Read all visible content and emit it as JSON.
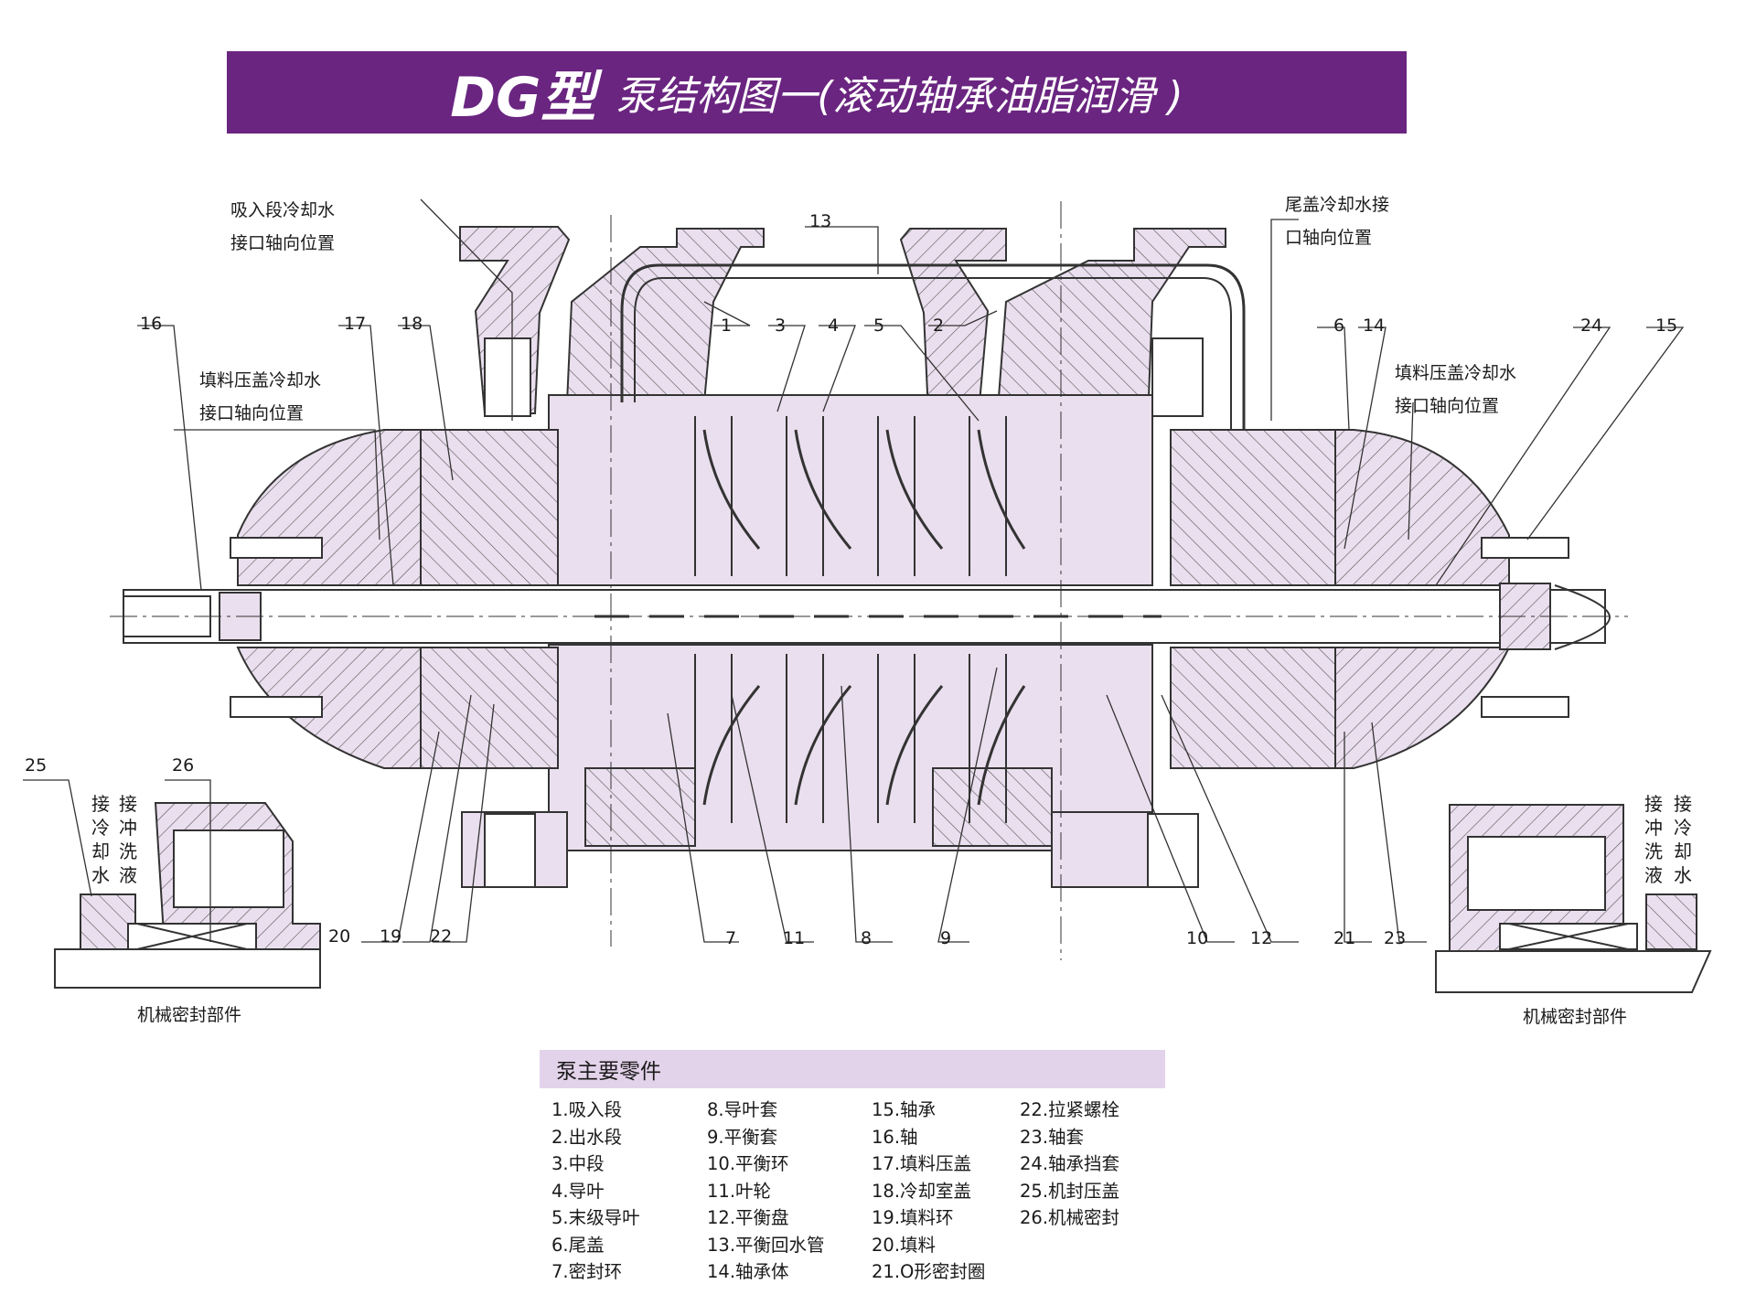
{
  "title": {
    "main": "DG型",
    "sub": "泵结构图一(滚动轴承油脂润滑 )"
  },
  "annotations": {
    "suction_cooling": [
      "吸入段冷却水",
      "接口轴向位置"
    ],
    "tailcover_cooling": [
      "尾盖冷却水接",
      "口轴向位置"
    ],
    "gland_cooling_left": [
      "填料压盖冷却水",
      "接口轴向位置"
    ],
    "gland_cooling_right": [
      "填料压盖冷却水",
      "接口轴向位置"
    ],
    "mech_seal_left_caption": "机械密封部件",
    "mech_seal_right_caption": "机械密封部件",
    "left_seal_vertical": [
      "接冷却水",
      "接冲洗液"
    ],
    "right_seal_vertical": [
      "接冲洗液",
      "接冷却水"
    ]
  },
  "callouts": [
    "13",
    "1",
    "3",
    "4",
    "5",
    "2",
    "16",
    "17",
    "18",
    "6",
    "14",
    "24",
    "15",
    "25",
    "26",
    "20",
    "19",
    "22",
    "7",
    "11",
    "8",
    "9",
    "10",
    "12",
    "21",
    "23"
  ],
  "parts_list": {
    "header": "泵主要零件",
    "col1": [
      "1.吸入段",
      "2.出水段",
      "3.中段",
      "4.导叶",
      "5.末级导叶",
      "6.尾盖",
      "7.密封环"
    ],
    "col2": [
      "8.导叶套",
      "9.平衡套",
      "10.平衡环",
      "11.叶轮",
      "12.平衡盘",
      "13.平衡回水管",
      "14.轴承体"
    ],
    "col3": [
      "15.轴承",
      "16.轴",
      "17.填料压盖",
      "18.冷却室盖",
      "19.填料环",
      "20.填料",
      "21.O形密封圈"
    ],
    "col4": [
      "22.拉紧螺栓",
      "23.轴套",
      "24.轴承挡套",
      "25.机封压盖",
      "26.机械密封"
    ]
  },
  "colors": {
    "banner": "#6a2580",
    "casing_fill": "#eadfee",
    "line": "#333333",
    "parts_header_bg": "#e3d3ea"
  }
}
